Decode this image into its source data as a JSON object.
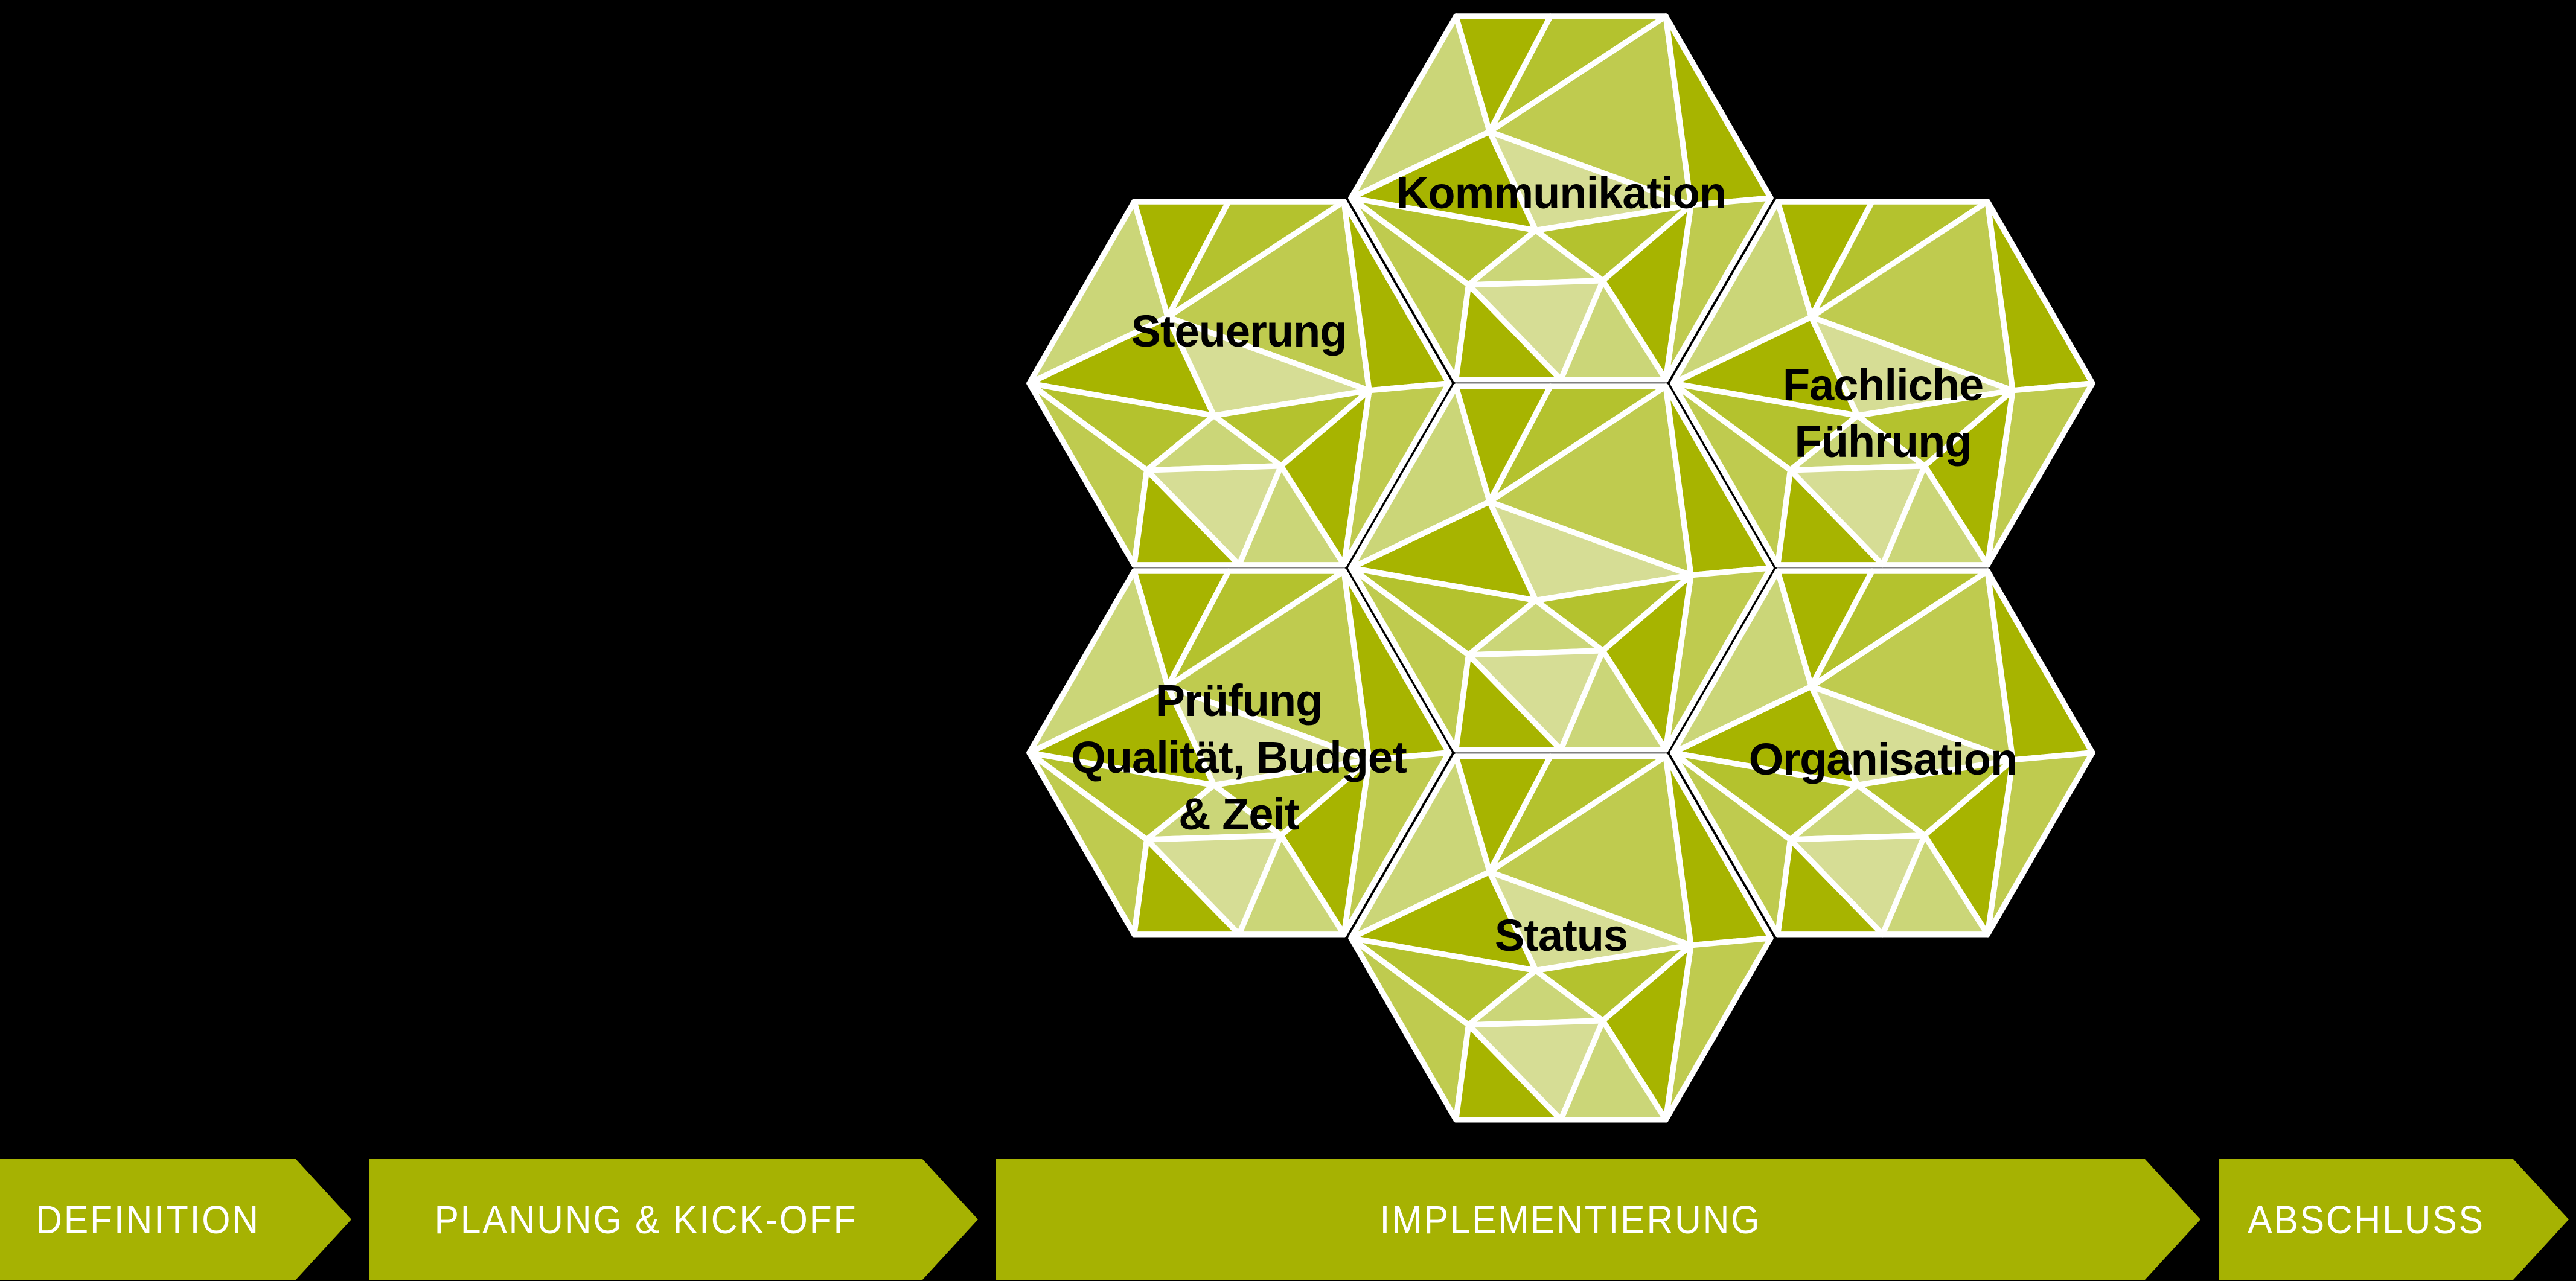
{
  "colors": {
    "facet-dark": "#a7b400",
    "facet-mid": "#b4c22e",
    "facet-mid2": "#bfcb4f",
    "facet-light": "#cbd678",
    "facet-xlight": "#d6dd95",
    "hexagon-outline": "#ffffff",
    "label-text": "#000000",
    "arrow-fill": "#a6b202",
    "arrow-text": "#ffffff",
    "background": "#000000"
  },
  "diagram": {
    "description": "Faceted hexagon flower: six project-management topics around an unlabeled center hexagon",
    "hexagons": [
      {
        "id": "kommunikation",
        "label": "Kommunikation"
      },
      {
        "id": "steuerung",
        "label": "Steuerung"
      },
      {
        "id": "fachliche-fuehrung",
        "label": "Fachliche\nFührung"
      },
      {
        "id": "zentrum",
        "label": ""
      },
      {
        "id": "pruefung-qualitaet-budget-zeit",
        "label": "Prüfung\nQualität, Budget\n& Zeit"
      },
      {
        "id": "organisation",
        "label": "Organisation"
      },
      {
        "id": "status",
        "label": "Status"
      }
    ]
  },
  "process_bar": {
    "stages": [
      {
        "label": "DEFINITION"
      },
      {
        "label": "PLANUNG & KICK-OFF"
      },
      {
        "label": "IMPLEMENTIERUNG"
      },
      {
        "label": "ABSCHLUSS"
      }
    ]
  }
}
